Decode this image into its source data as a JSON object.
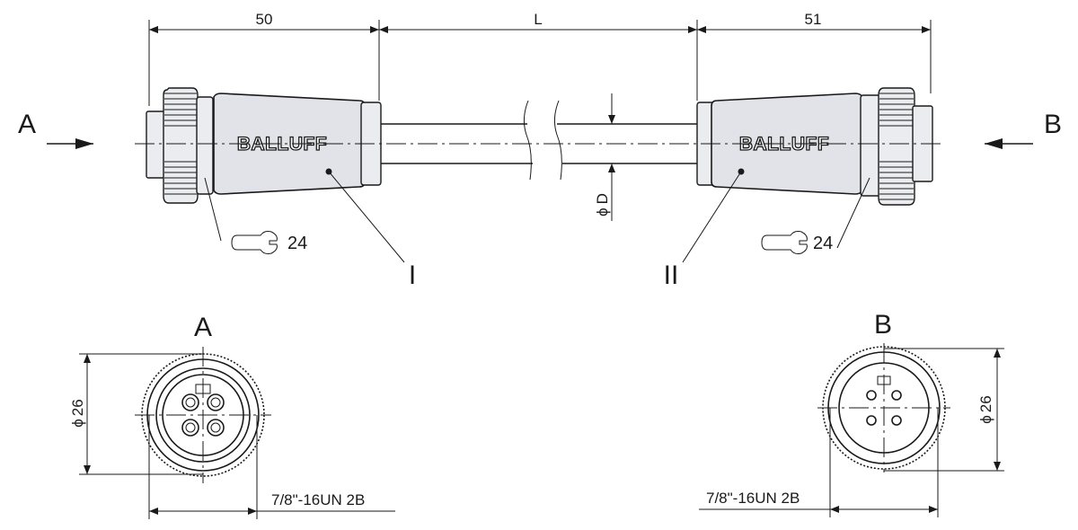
{
  "dimensions": {
    "left_length": "50",
    "cable_length": "L",
    "right_length": "51",
    "cable_diameter": "D",
    "diameter_symbol": "ϕ",
    "connector_diameter": "26",
    "thread": "7/8\"-16UN 2B",
    "wrench_size": "24"
  },
  "views": {
    "left_arrow": "A",
    "right_arrow": "B",
    "end_view_left": "A",
    "end_view_right": "B"
  },
  "callouts": {
    "connector_1": "I",
    "connector_2": "II"
  },
  "branding": {
    "brand_left": "BALLUFF",
    "brand_right": "BALLUFF"
  }
}
